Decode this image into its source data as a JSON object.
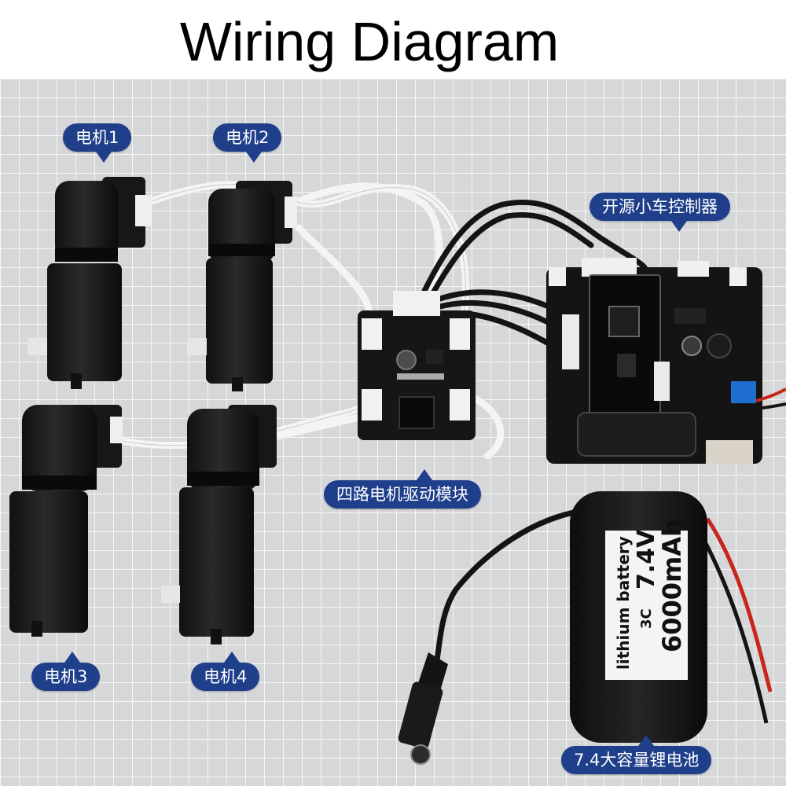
{
  "title": "Wiring Diagram",
  "labels": {
    "motor1": "电机1",
    "motor2": "电机2",
    "motor3": "电机3",
    "motor4": "电机4",
    "controller": "开源小车控制器",
    "driver": "四路电机驱动模块",
    "battery_tag": "7.4大容量锂电池"
  },
  "battery": {
    "type": "lithium battery",
    "voltage": "7.4V",
    "rate": "3C",
    "capacity": "6000mAh"
  },
  "colors": {
    "tag_bg": "#1f3f8a",
    "mat": "#d9dadc",
    "grid": "#f4f4f4",
    "wire_red": "#c8261c"
  }
}
